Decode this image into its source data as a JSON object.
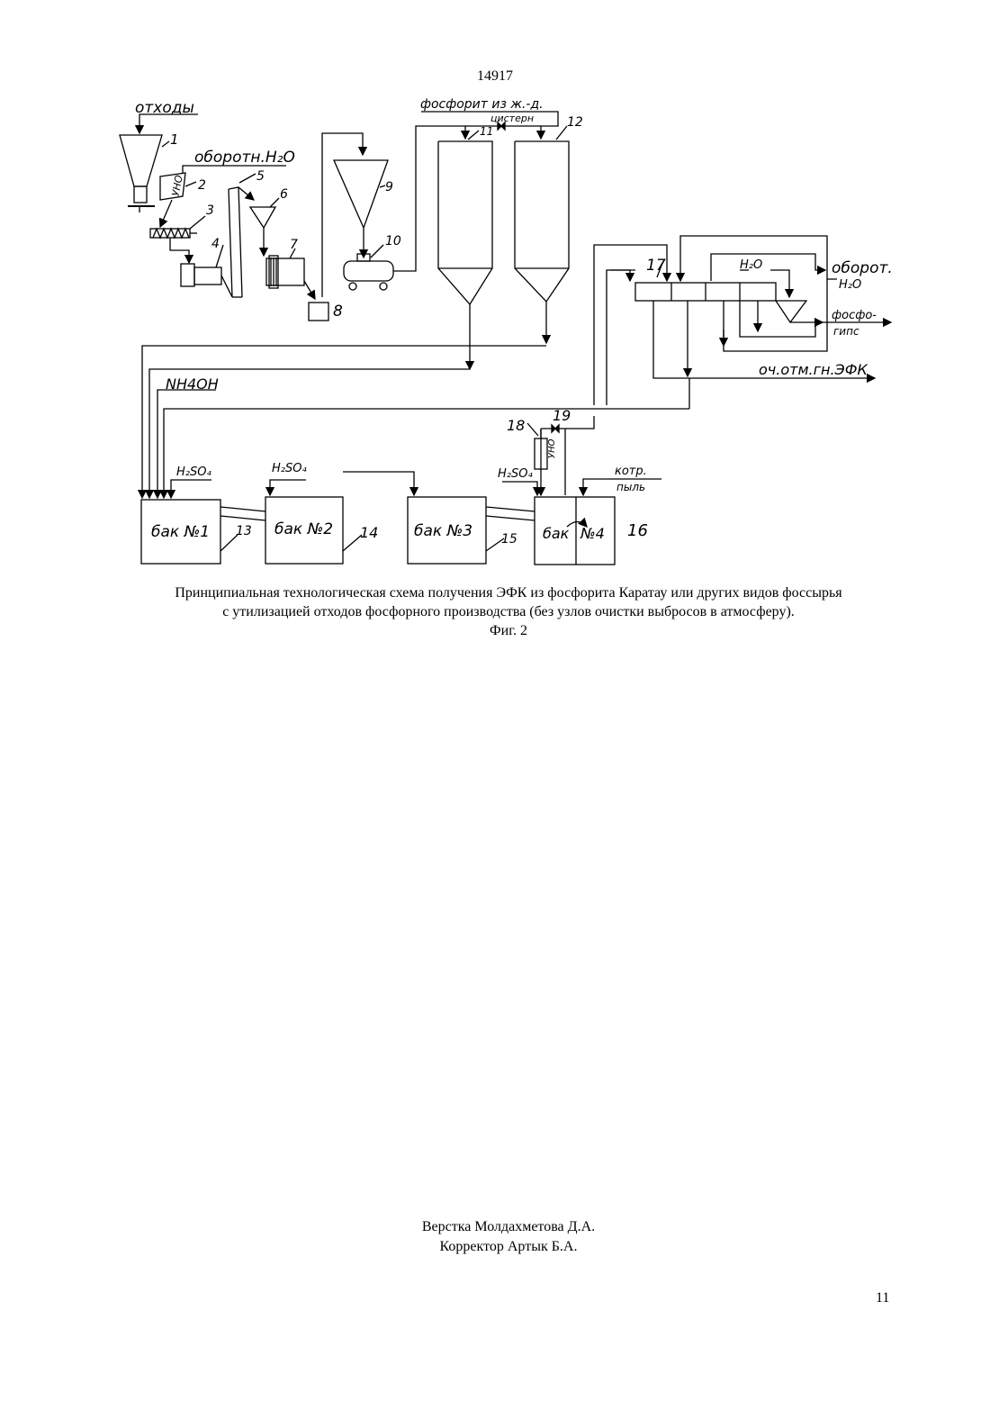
{
  "header": {
    "patent_number": "14917"
  },
  "diagram": {
    "labels": {
      "waste": "отходы",
      "recycle_water_top": "оборотн.H₂O",
      "phosphorite_source_line1": "фосфорит из ж.-д.",
      "phosphorite_source_line2": "цистерн",
      "recycle_water_right_line1": "оборот.",
      "recycle_water_right_line2": "H₂O",
      "water": "H₂O",
      "phosphogypsum_line1": "фосфо-",
      "phosphogypsum_line2": "гипс",
      "purified_efk": "оч.отм.гн.ЭФК",
      "ammonia": "NH4OH",
      "sulfuric_acid": "H₂SO₄",
      "dust_line1": "котр.",
      "dust_line2": "пыль",
      "uno": "УНО"
    },
    "tanks": {
      "tank1": "бак №1",
      "tank2": "бак №2",
      "tank3": "бак №3",
      "tank4a": "бак",
      "tank4b": "№4"
    },
    "numbers": [
      "1",
      "2",
      "3",
      "4",
      "5",
      "6",
      "7",
      "8",
      "9",
      "10",
      "11",
      "12",
      "13",
      "14",
      "15",
      "16",
      "17",
      "18",
      "19"
    ]
  },
  "caption": {
    "line1": "Принципиальная технологическая схема получения ЭФК из фосфорита Каратау или других видов фоссырья",
    "line2": "с утилизацией отходов фосфорного производства (без узлов очистки выбросов в атмосферу).",
    "figure": "Фиг. 2"
  },
  "credits": {
    "layout": "Верстка Молдахметова Д.А.",
    "proofreader": "Корректор Артык Б.А."
  },
  "footer": {
    "page_number": "11"
  }
}
